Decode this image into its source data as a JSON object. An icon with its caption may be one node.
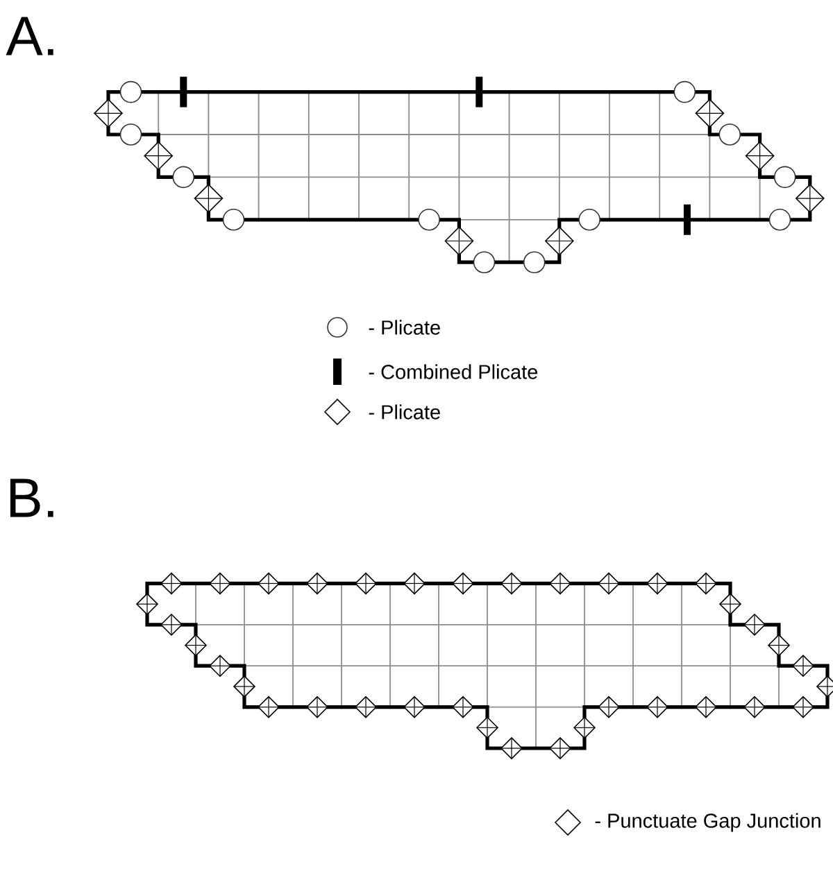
{
  "diagram": {
    "labels": [
      "A.",
      "B."
    ],
    "legend": [
      {
        "text": "- Plicate"
      },
      {
        "text": "- Combined Plicate"
      },
      {
        "text": "- Plicate"
      },
      {
        "text": "- Punctuate Gap Junction"
      }
    ]
  }
}
